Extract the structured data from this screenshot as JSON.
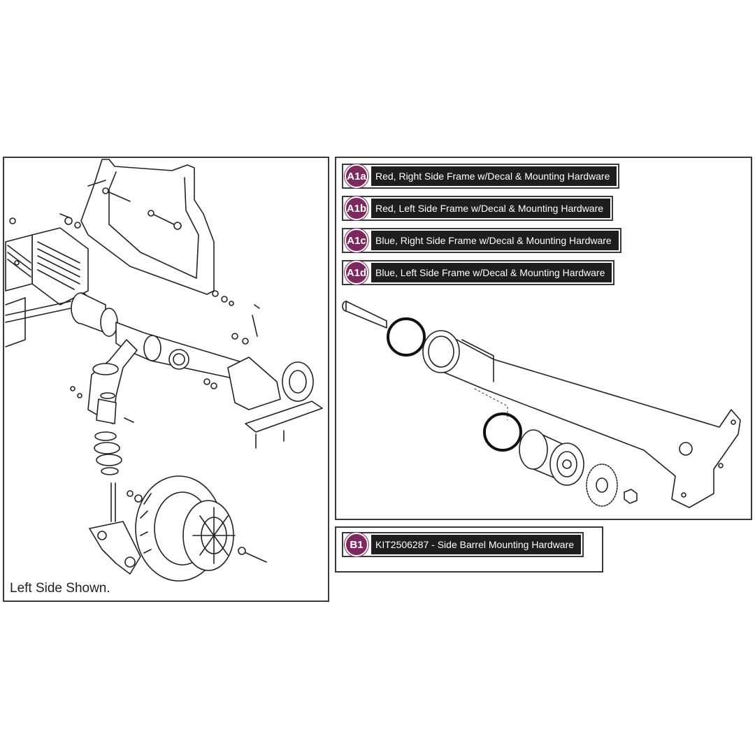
{
  "left_panel": {
    "caption": "Left Side Shown."
  },
  "legend": [
    {
      "code": "A1a",
      "label": "Red, Right Side Frame w/Decal & Mounting Hardware"
    },
    {
      "code": "A1b",
      "label": "Red, Left Side Frame w/Decal & Mounting Hardware"
    },
    {
      "code": "A1c",
      "label": "Blue, Right Side Frame w/Decal & Mounting Hardware"
    },
    {
      "code": "A1d",
      "label": "Blue, Left Side Frame w/Decal & Mounting Hardware"
    }
  ],
  "hardware_kit": {
    "code": "B1",
    "label": "KIT2506287 - Side Barrel Mounting Hardware"
  },
  "colors": {
    "badge": "#7a2a5e",
    "label_bar": "#1e1e1e",
    "line": "#222222"
  }
}
